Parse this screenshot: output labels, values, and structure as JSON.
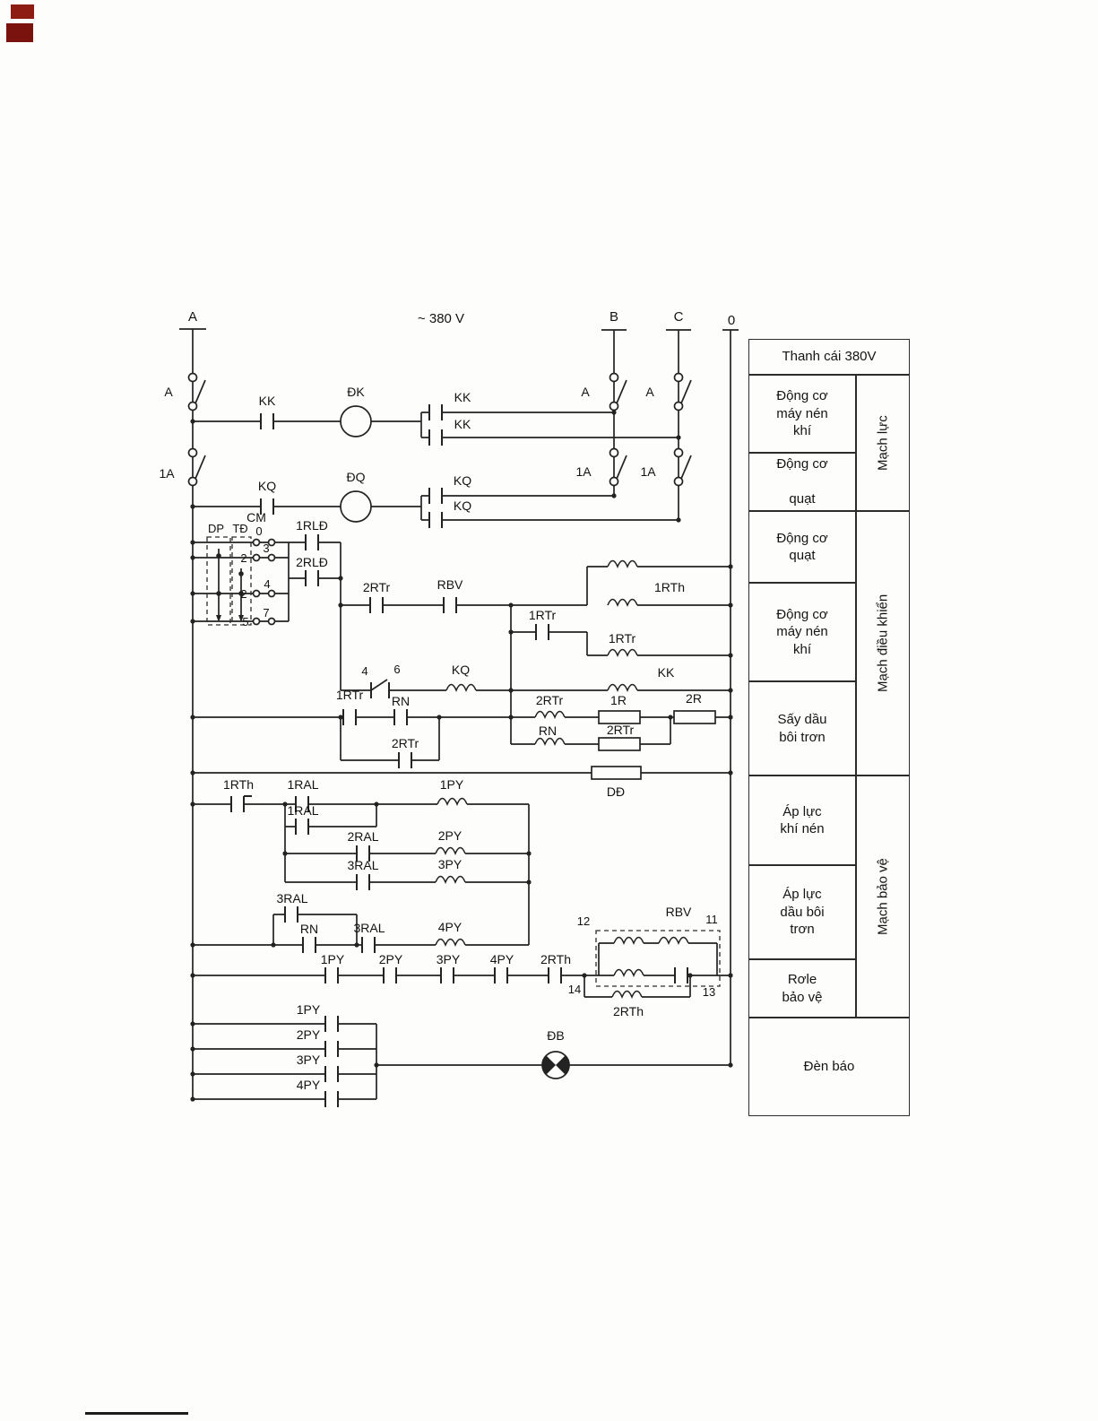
{
  "top": {
    "voltage": "~ 380 V",
    "phase_a": "A",
    "phase_b": "B",
    "phase_c": "C",
    "neutral": "0"
  },
  "power": {
    "row1": {
      "breaker_a": "A",
      "kk": "KK",
      "motor": "ĐK",
      "kk_b": "KK",
      "kk_c": "KK",
      "breaker_b": "A",
      "breaker_c": "A"
    },
    "row2": {
      "breaker_a": "1A",
      "kq": "KQ",
      "motor": "ĐQ",
      "kq_b": "KQ",
      "kq_c": "KQ",
      "breaker_b": "1A",
      "breaker_c": "1A"
    }
  },
  "control": {
    "cm": "CM",
    "dp": "DP",
    "td": "TĐ",
    "pos": {
      "p0": "0",
      "p2a": "2",
      "p3": "3",
      "p2b": "2",
      "p4": "4",
      "p5": "5",
      "p7": "7"
    },
    "rld1": "1RLĐ",
    "rld2": "2RLĐ",
    "rtr2_no": "2RTr",
    "rbv_no": "RBV",
    "rth1_coil": "1RTh",
    "rtr1_no": "1RTr",
    "rtr1_coil": "1RTr",
    "sw4": "4",
    "sw6": "6",
    "kq_coil": "KQ",
    "kk_coil": "KK",
    "rtr1_no2": "1RTr",
    "rn_no": "RN",
    "rtr2_coil": "2RTr",
    "r1": "1R",
    "r2": "2R",
    "rn_coil": "RN",
    "rtr2_res": "2RTr",
    "rtr2_no2": "2RTr",
    "heater": "DĐ"
  },
  "protection": {
    "rth1_no": "1RTh",
    "ral1_no": "1RAL",
    "py1_coil": "1PY",
    "ral1_hold": "1RAL",
    "ral2_no": "2RAL",
    "py2_coil": "2PY",
    "ral3_no": "3RAL",
    "py3_coil": "3PY",
    "ral3_hold": "3RAL",
    "rn_nc": "RN",
    "ral3_no2": "3RAL",
    "py4_coil": "4PY",
    "py1_no": "1PY",
    "py2_no": "2PY",
    "py3_no": "3PY",
    "py4_no": "4PY",
    "rth2_no": "2RTh",
    "t12": "12",
    "t11": "11",
    "t14": "14",
    "t13": "13",
    "rbv_coil": "RBV",
    "rth2_coil": "2RTh"
  },
  "lamp": {
    "py1": "1PY",
    "py2": "2PY",
    "py3": "3PY",
    "py4": "4PY",
    "db": "ĐB"
  },
  "table": {
    "header": "Thanh cái 380V",
    "rows": [
      {
        "label": "Động cơ\nmáy nén\nkhí"
      },
      {
        "label": "Động cơ\n\nquạt"
      },
      {
        "label": "Động cơ\nquạt"
      },
      {
        "label": "Động cơ\nmáy nén\nkhí"
      },
      {
        "label": "Sấy dầu\nbôi trơn"
      },
      {
        "label": "Áp lực\nkhí nén"
      },
      {
        "label": "Áp lực\ndầu bôi\ntrơn"
      },
      {
        "label": "Rơle\nbảo vệ"
      },
      {
        "label": "Đèn báo"
      }
    ],
    "groups": [
      {
        "label": "Mạch lực"
      },
      {
        "label": "Mạch điều khiển"
      },
      {
        "label": "Mạch bảo vệ"
      }
    ]
  }
}
